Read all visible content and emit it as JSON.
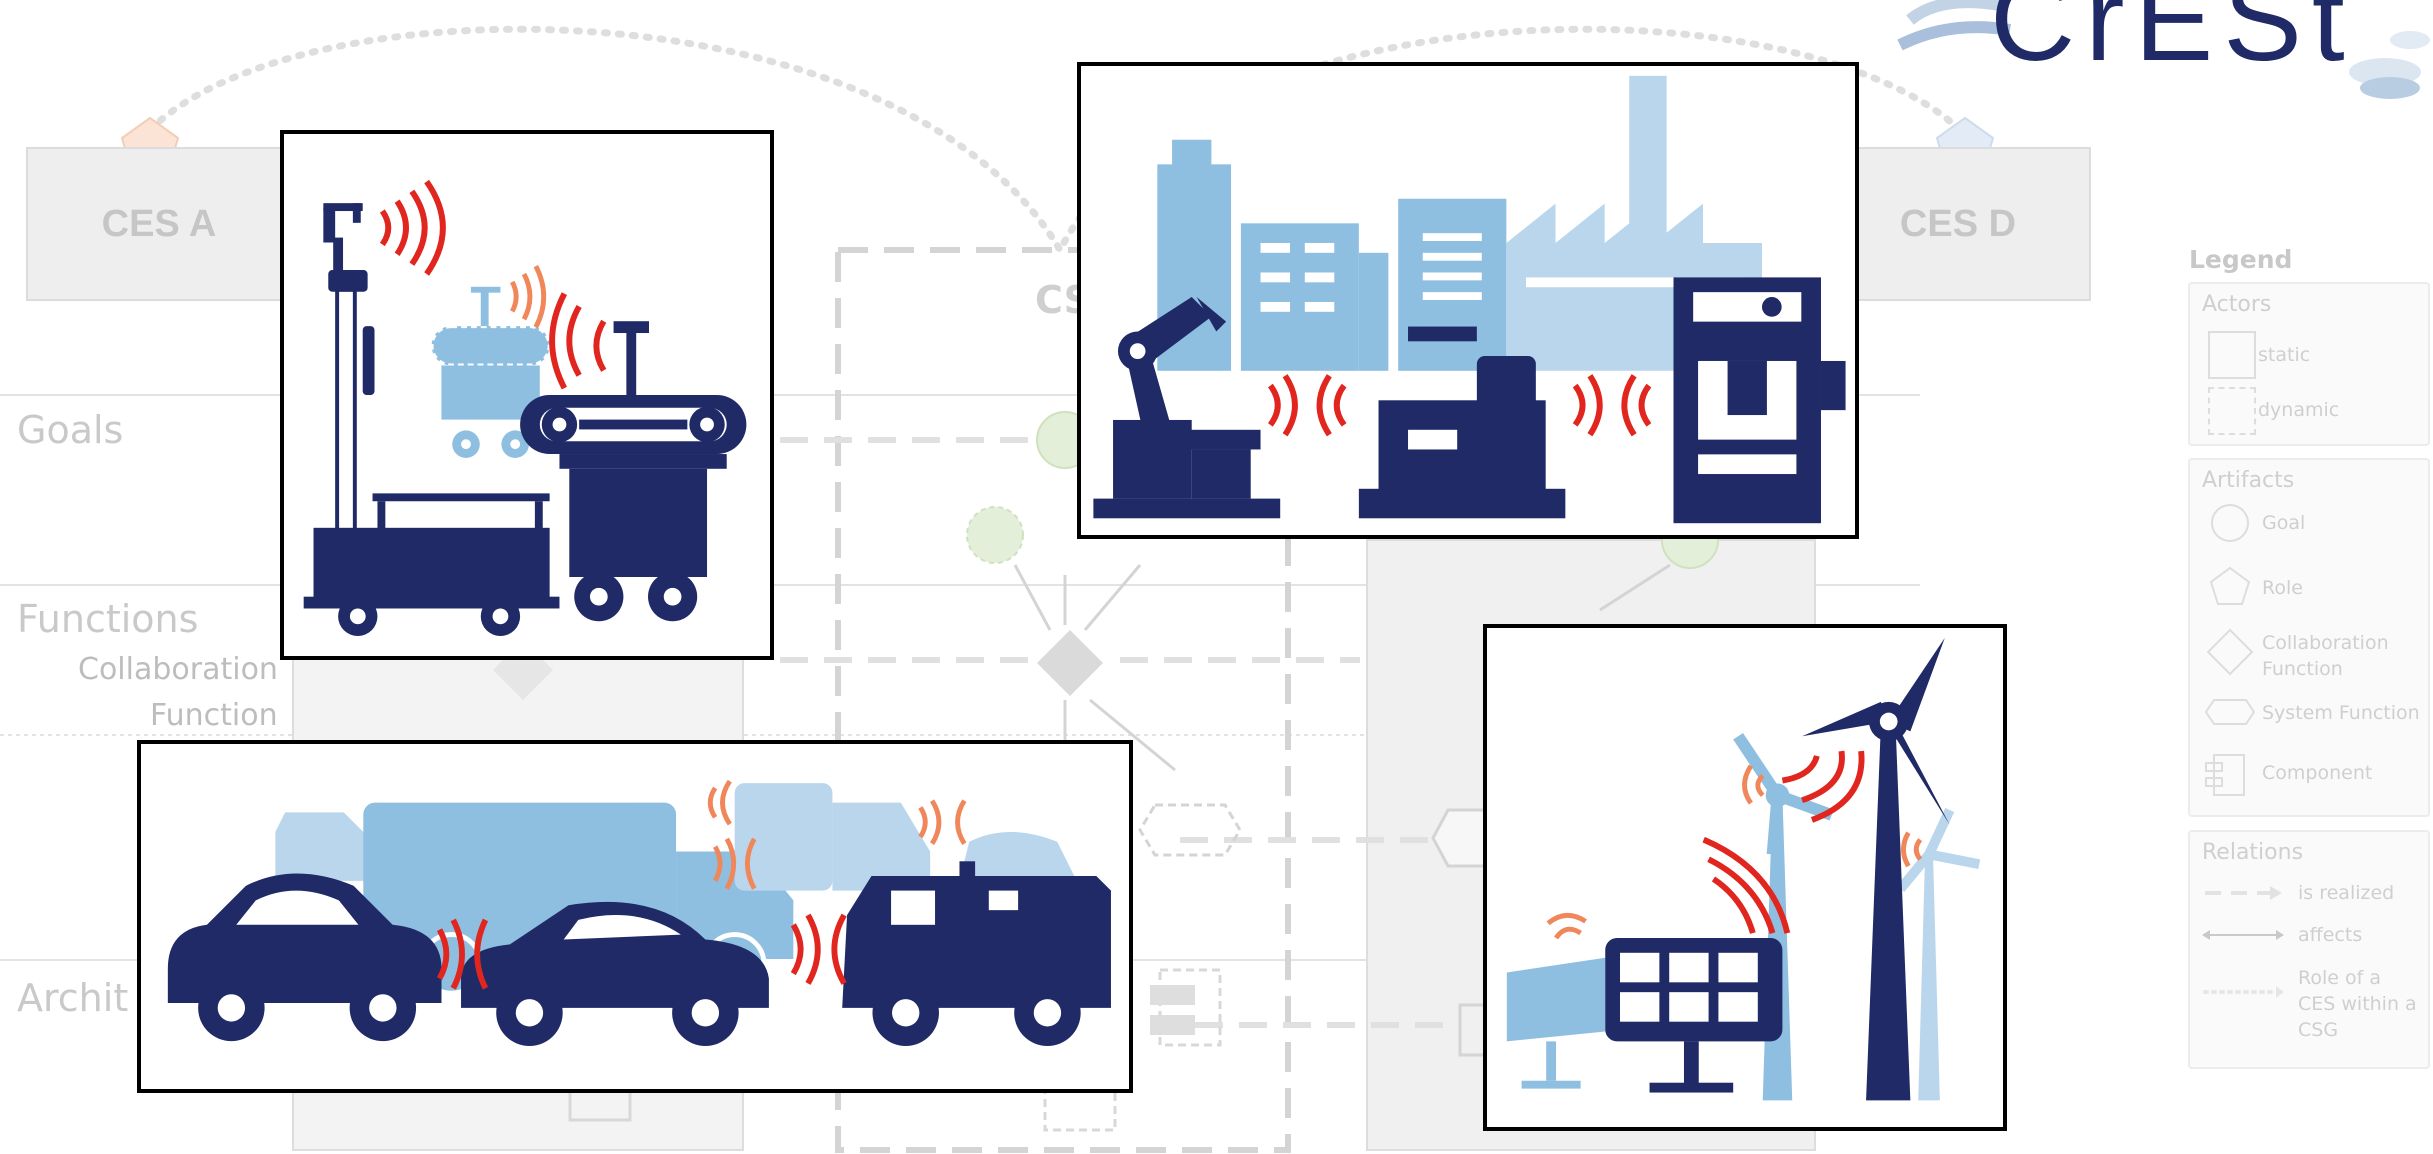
{
  "ces": [
    {
      "label": "CES A"
    },
    {
      "label": "CES D"
    },
    {
      "label": "CS"
    }
  ],
  "layers": {
    "goals": "Goals",
    "functions": "Functions",
    "collab_function_line1": "Collaboration",
    "collab_function_line2": "Function",
    "architecture": "Archit"
  },
  "legend": {
    "title": "Legend",
    "actors": {
      "heading": "Actors",
      "static": "static",
      "dynamic": "dynamic"
    },
    "artifacts": {
      "heading": "Artifacts",
      "goal": "Goal",
      "role": "Role",
      "collab_line1": "Collaboration",
      "collab_line2": "Function",
      "system_function": "System Function",
      "component": "Component"
    },
    "relations": {
      "heading": "Relations",
      "is_realized": "is realized",
      "affects": "affects",
      "role_line1": "Role of a",
      "role_line2": "CES within a",
      "role_line3": "CSG"
    }
  },
  "logo": {
    "text": "CrESt"
  },
  "colors": {
    "navy": "#1f2a66",
    "light_blue": "#8fbfe0",
    "pale_blue": "#b9d6ec",
    "signal_red": "#e0261f",
    "signal_orange": "#f0875a",
    "background_gray": "#c9c9c9"
  }
}
